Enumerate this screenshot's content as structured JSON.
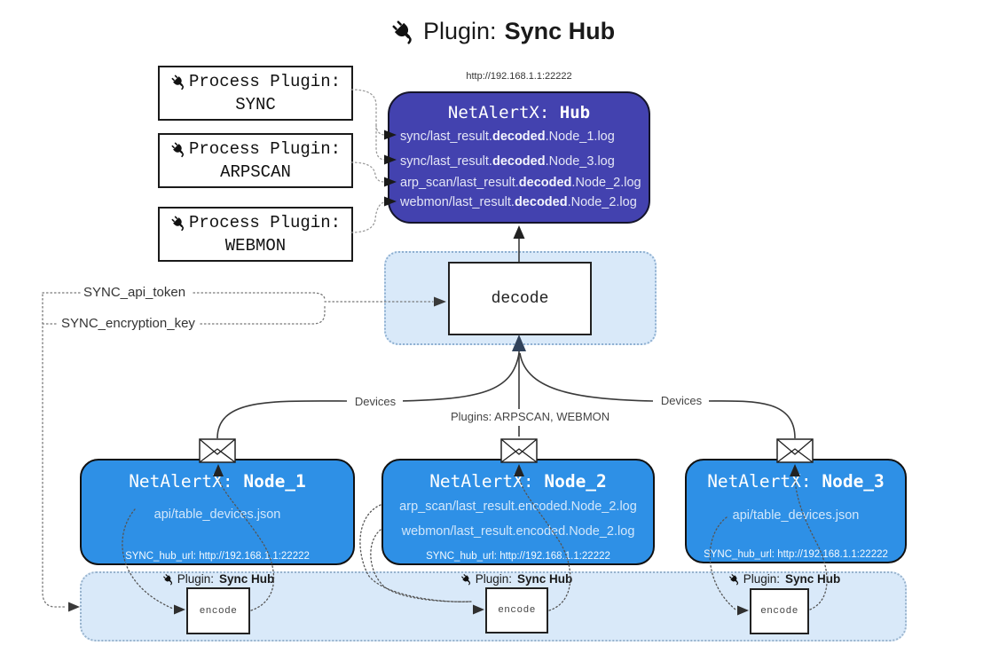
{
  "title": {
    "prefix": "Plugin:",
    "name": "Sync Hub"
  },
  "process_plugins": [
    {
      "label": "Process Plugin:",
      "name": "SYNC"
    },
    {
      "label": "Process Plugin:",
      "name": "ARPSCAN"
    },
    {
      "label": "Process Plugin:",
      "name": "WEBMON"
    }
  ],
  "hub": {
    "url": "http://192.168.1.1:22222",
    "name_prefix": "NetAlertX:",
    "name": "Hub",
    "log_lines": [
      {
        "pre": "sync/last_result.",
        "bold": "decoded",
        "post": ".Node_1.log"
      },
      {
        "pre": "sync/last_result.",
        "bold": "decoded",
        "post": ".Node_3.log"
      },
      {
        "pre": "arp_scan/last_result.",
        "bold": "decoded",
        "post": ".Node_2.log"
      },
      {
        "pre": "webmon/last_result.",
        "bold": "decoded",
        "post": ".Node_2.log"
      }
    ]
  },
  "decode": {
    "label": "decode"
  },
  "settings": {
    "api_token": "SYNC_api_token",
    "encryption_key": "SYNC_encryption_key"
  },
  "edge_labels": {
    "devices_left": "Devices",
    "plugins_mid": "Plugins: ARPSCAN, WEBMON",
    "devices_right": "Devices"
  },
  "nodes": [
    {
      "name_prefix": "NetAlertX:",
      "name": "Node_1",
      "files": [
        "api/table_devices.json"
      ],
      "hub_url": "SYNC_hub_url: http://192.168.1.1:22222"
    },
    {
      "name_prefix": "NetAlertX:",
      "name": "Node_2",
      "files": [
        "arp_scan/last_result.encoded.Node_2.log",
        "webmon/last_result.encoded.Node_2.log"
      ],
      "hub_url": "SYNC_hub_url: http://192.168.1.1:22222"
    },
    {
      "name_prefix": "NetAlertX:",
      "name": "Node_3",
      "files": [
        "api/table_devices.json"
      ],
      "hub_url": "SYNC_hub_url: http://192.168.1.1:22222"
    }
  ],
  "encoders": [
    {
      "plugin_prefix": "Plugin:",
      "plugin_name": "Sync Hub",
      "label": "encode"
    },
    {
      "plugin_prefix": "Plugin:",
      "plugin_name": "Sync Hub",
      "label": "encode"
    },
    {
      "plugin_prefix": "Plugin:",
      "plugin_name": "Sync Hub",
      "label": "encode"
    }
  ],
  "colors": {
    "hub_fill": "#4342af",
    "node_fill": "#2e90e6",
    "band_fill": "#d9e9f9",
    "line": "#3a3a3a",
    "decode_arrow": "#31425a"
  }
}
